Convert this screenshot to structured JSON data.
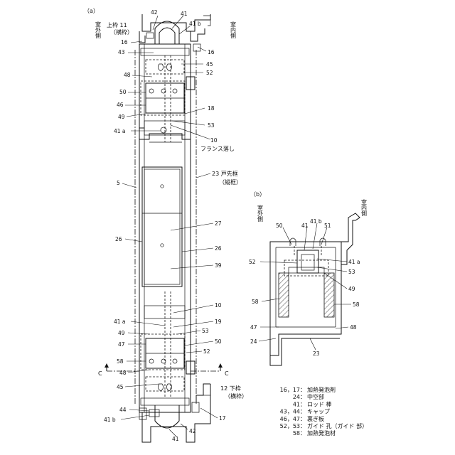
{
  "view_a": {
    "label": "（a）",
    "outdoor": "室外側",
    "indoor": "室内側",
    "top_rail": "上枠 11",
    "top_rail_sub": "（横枠）",
    "bottom_rail": "12 下枠",
    "bottom_rail_sub": "（横枠）",
    "stile": "23 戸先框",
    "stile_sub": "（縦框）",
    "flange": "フランス落し",
    "section_mark": "C",
    "n5": "5",
    "n10": "10",
    "n16": "16",
    "n17": "17",
    "n18": "18",
    "n19": "19",
    "n26": "26",
    "n27": "27",
    "n39": "39",
    "n41": "41",
    "n41a": "41 a",
    "n41b": "41 b",
    "n42": "42",
    "n43": "43",
    "n44": "44",
    "n45": "45",
    "n46": "46",
    "n47": "47",
    "n48": "48",
    "n49": "49",
    "n50": "50",
    "n52": "52",
    "n53": "53",
    "n58": "58"
  },
  "view_b": {
    "label": "（b）",
    "outdoor": "室外側",
    "indoor": "室内側",
    "n23": "23",
    "n24": "24",
    "n41": "41",
    "n41a": "41 a",
    "n41b": "41 b",
    "n47": "47",
    "n48": "48",
    "n49": "49",
    "n50": "50",
    "n51": "51",
    "n52": "52",
    "n53": "53",
    "n58": "58"
  },
  "legend": [
    {
      "key": "16，17：",
      "text": "加熱発泡剤"
    },
    {
      "key": "24：",
      "text": "中空部"
    },
    {
      "key": "41：",
      "text": "ロッド 棒"
    },
    {
      "key": "43，44：",
      "text": "キャップ"
    },
    {
      "key": "46，47：",
      "text": "裏ぎ板"
    },
    {
      "key": "52，53：",
      "text": "ガイド 孔（ガイド 部）"
    },
    {
      "key": "58：",
      "text": "加熱発泡材"
    }
  ]
}
